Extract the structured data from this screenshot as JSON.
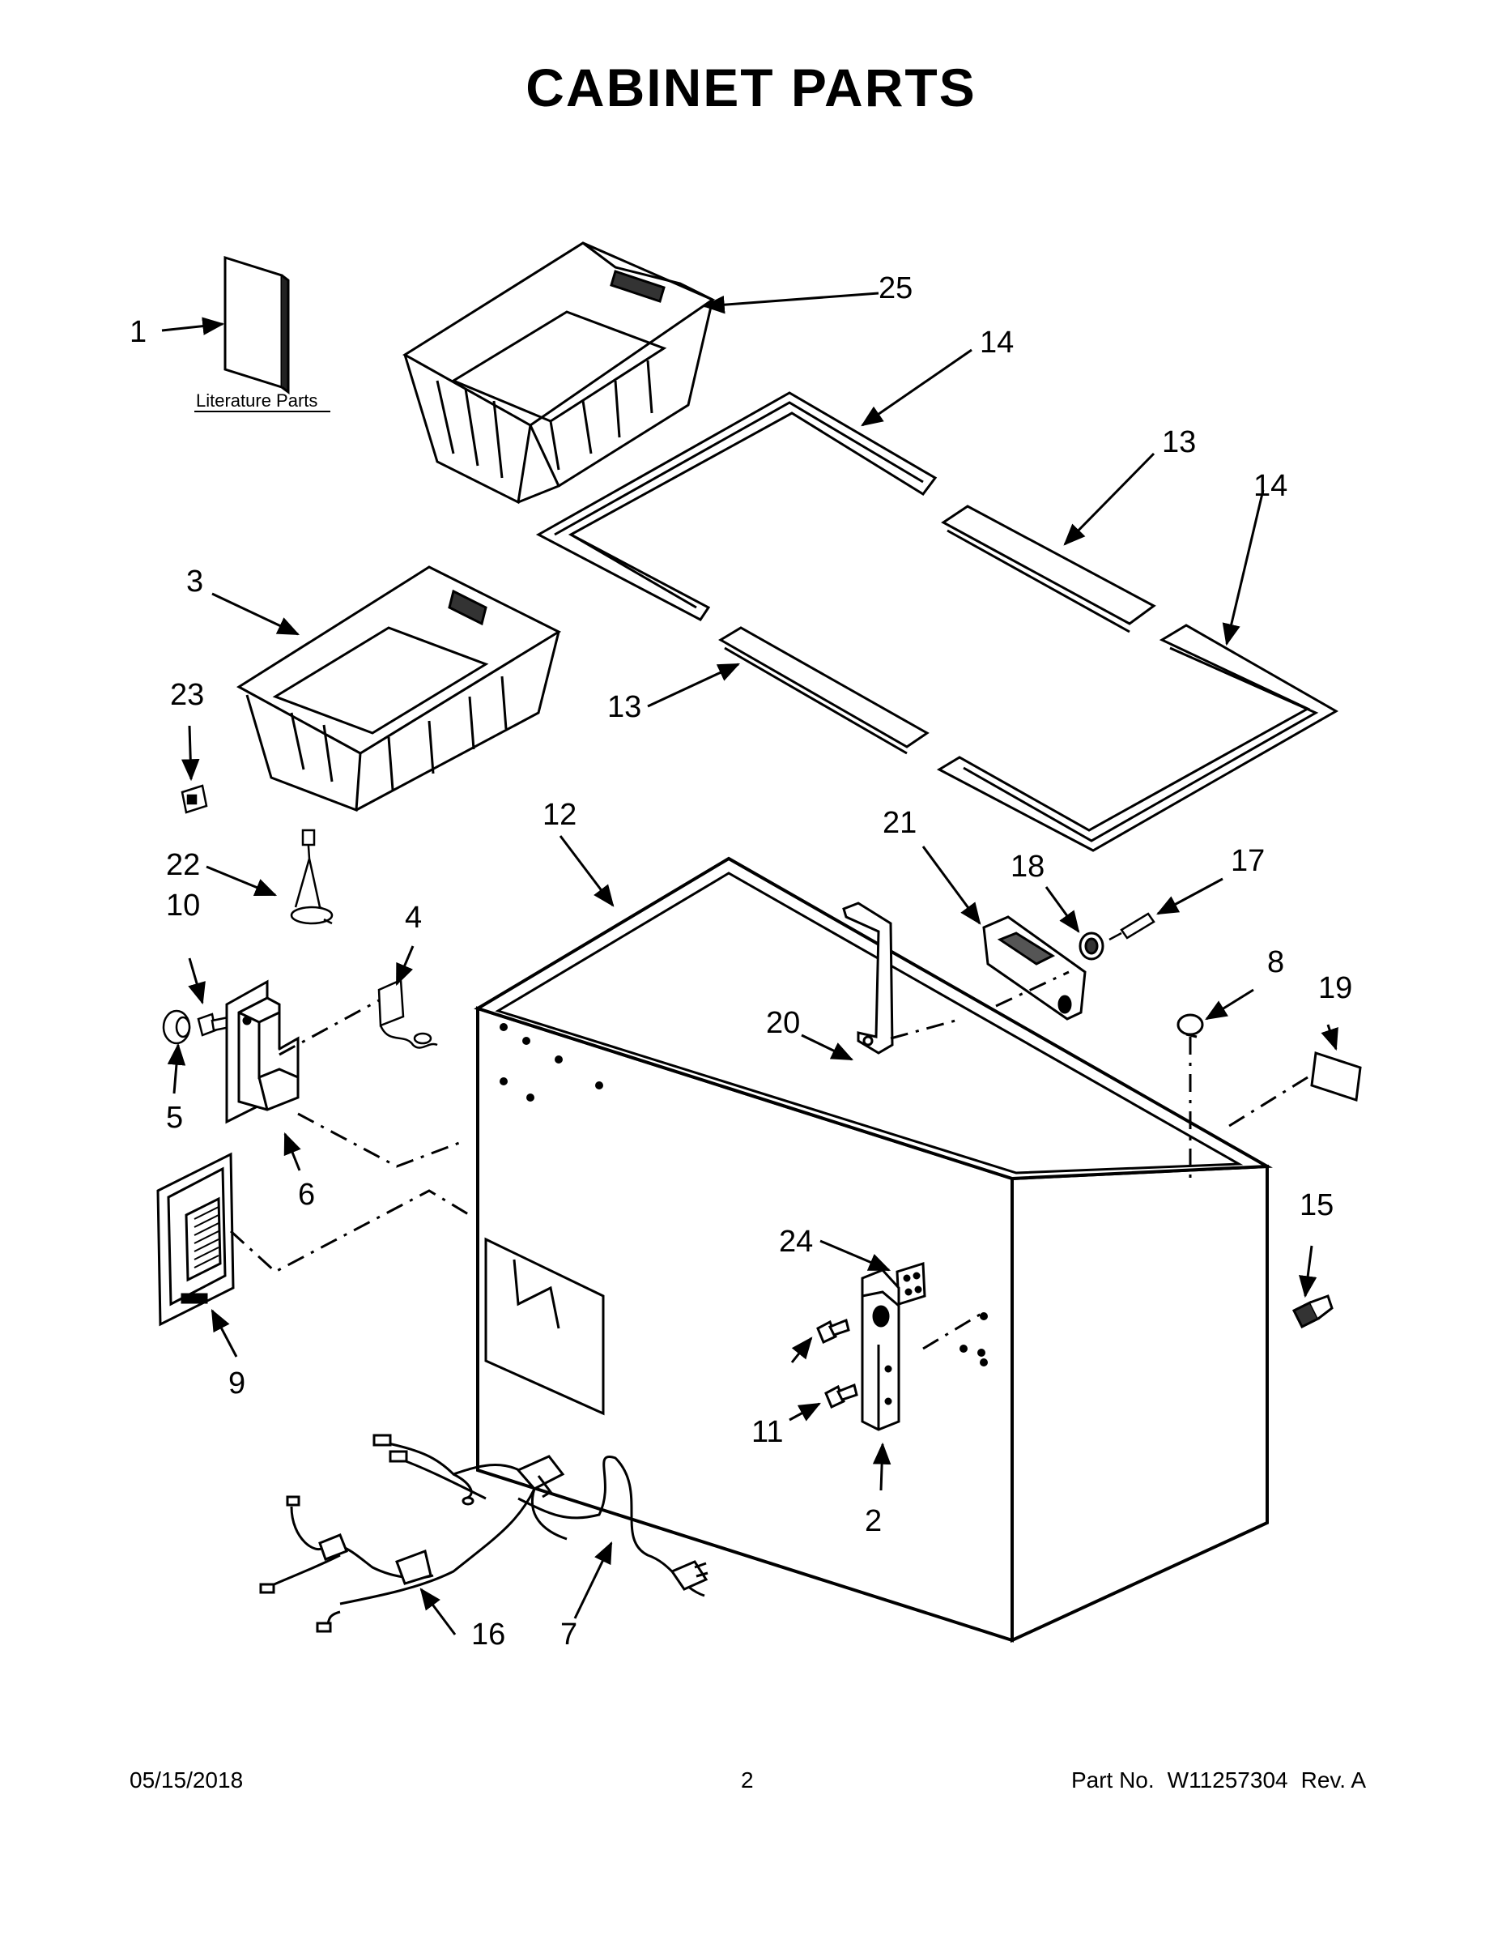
{
  "title": "CABINET PARTS",
  "literature_label": "Literature Parts",
  "callouts": {
    "c1": "1",
    "c2": "2",
    "c3": "3",
    "c4": "4",
    "c5": "5",
    "c6": "6",
    "c7": "7",
    "c8": "8",
    "c9": "9",
    "c10": "10",
    "c11": "11",
    "c12": "12",
    "c13a": "13",
    "c13b": "13",
    "c14a": "14",
    "c14b": "14",
    "c15": "15",
    "c16": "16",
    "c17": "17",
    "c18": "18",
    "c19": "19",
    "c20": "20",
    "c21": "21",
    "c22": "22",
    "c23": "23",
    "c24": "24",
    "c25": "25"
  },
  "footer": {
    "date": "05/15/2018",
    "page": "2",
    "part_label": "Part No.",
    "part_number": "W11257304",
    "rev": "Rev. A"
  }
}
